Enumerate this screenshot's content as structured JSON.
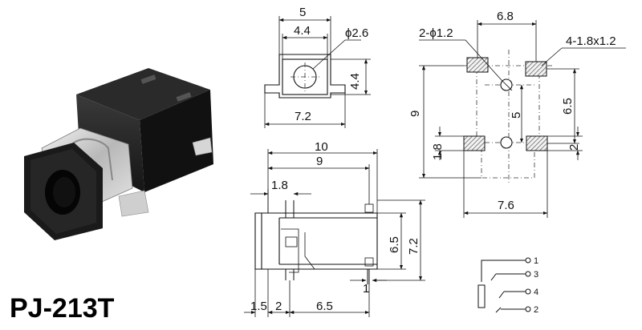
{
  "product": {
    "model": "PJ-213T"
  },
  "top_view": {
    "dims": {
      "overall_width": "5",
      "inner_width": "4.4",
      "hole_diameter": "ϕ2.6",
      "inner_height": "4.4",
      "base_width": "7.2"
    }
  },
  "side_view": {
    "dims": {
      "overall_length": "10",
      "body_length": "9",
      "pin_offset": "1.8",
      "height_outer": "7.2",
      "height_inner": "6.5",
      "pin_width": "1",
      "front_lip": "1.5",
      "lip_to_pin": "2",
      "pin_spacing": "6.5"
    }
  },
  "footprint": {
    "dims": {
      "pad_span": "6.8",
      "holes": "2-ϕ1.2",
      "pads": "4-1.8x1.2",
      "total_height": "9",
      "hole_spacing": "5",
      "pad_row_spacing": "6.5",
      "pad_height": "1.8",
      "pad_offset": "2",
      "total_width": "7.6"
    }
  },
  "schematic": {
    "pins": [
      "1",
      "3",
      "4",
      "2"
    ]
  },
  "colors": {
    "ink": "#111111",
    "hatch_fill": "#777777",
    "photo_body": "#1c1c1c",
    "photo_metal": "#c9c9c9"
  }
}
